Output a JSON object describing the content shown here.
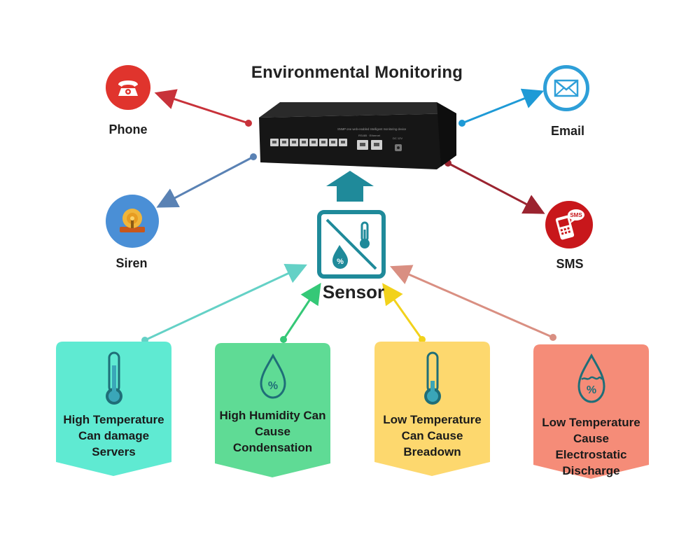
{
  "title": "Environmental Monitoring",
  "center": {
    "label": "Sensor",
    "device_printed_text": [
      "SNMP one web-enabled Intelligent monitoring device",
      "RS485 · Ethernet",
      "DC 12V"
    ]
  },
  "alerts": [
    {
      "id": "phone",
      "label": "Phone",
      "icon": "telephone-icon",
      "color": "#e0342d"
    },
    {
      "id": "siren",
      "label": "Siren",
      "icon": "siren-bell-icon",
      "color": "#4a8fd6"
    },
    {
      "id": "email",
      "label": "Email",
      "icon": "envelope-icon",
      "color": "#2e9fd8"
    },
    {
      "id": "sms",
      "label": "SMS",
      "icon": "sms-phone-icon",
      "color": "#c8171b"
    }
  ],
  "risks": [
    {
      "lines": [
        "High Temperature",
        "Can damage",
        "Servers"
      ],
      "icon": "thermometer-icon",
      "color": "#5fead2",
      "arrow_color": "#64d1c6"
    },
    {
      "lines": [
        "High Humidity Can",
        "Cause",
        "Condensation"
      ],
      "icon": "humidity-drop-icon",
      "color": "#5fdb95",
      "arrow_color": "#35c877"
    },
    {
      "lines": [
        "Low Temperature",
        "Can Cause",
        "Breadown"
      ],
      "icon": "thermometer-icon",
      "color": "#fdd86e",
      "arrow_color": "#f2d21b"
    },
    {
      "lines": [
        "Low Temperature",
        "Cause Electrostatic",
        "Discharge"
      ],
      "icon": "humidity-drop-icon",
      "color": "#f58c78",
      "arrow_color": "#d98f82"
    }
  ],
  "colors": {
    "sensor_teal": "#1f8a9a",
    "arrow_phone": "#c8323a",
    "arrow_siren": "#5a82b4",
    "arrow_email": "#1e9ad6",
    "arrow_sms": "#9b2430"
  }
}
